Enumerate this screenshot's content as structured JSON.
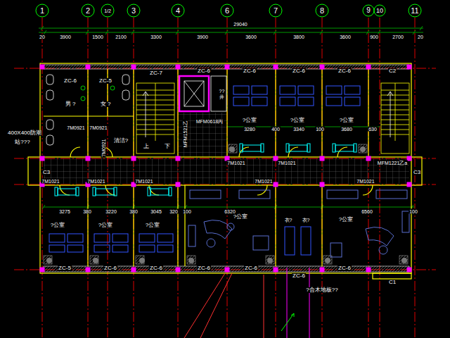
{
  "diagram": {
    "labels": [
      "1",
      "2",
      "1/2",
      "3",
      "4",
      "6",
      "7",
      "8",
      "9",
      "10",
      "11",
      "29040",
      "20",
      "3900",
      "1500",
      "2100",
      "3300",
      "3900",
      "3600",
      "3800",
      "3600",
      "900",
      "2700",
      "20",
      "ZC-6",
      "ZC-5",
      "ZC-7",
      "ZC-6",
      "ZC-6",
      "ZC-6",
      "ZC-6",
      "C2",
      "男 ?",
      "女 ?",
      "7M0921",
      "7M0921",
      "7M0921",
      "清洁?",
      "400X400防潮",
      "站???",
      "上",
      "下",
      "MFM1521乙",
      "MFM0618丙",
      "??井",
      "?公室",
      "3280",
      "400",
      "?公室",
      "3340",
      "100",
      "?公室",
      "3680",
      "630",
      "7M1021",
      "7M1021",
      "MFM1221乙a",
      "C3",
      "C3",
      "7M1021",
      "7M1021",
      "7M1021",
      "7M1021",
      "7M1021",
      "3275",
      "380",
      "3220",
      "380",
      "3045",
      "320",
      "100",
      "6320",
      "6560",
      "100",
      "?公室",
      "?公室",
      "?公室",
      "?公室",
      "衣?",
      "衣?",
      "?公室",
      "ZC-5",
      "ZC-6",
      "ZC-6",
      "ZC-6",
      "ZC-6",
      "ZC-6",
      "ZC-6",
      "C1",
      "?合木地板??"
    ]
  }
}
